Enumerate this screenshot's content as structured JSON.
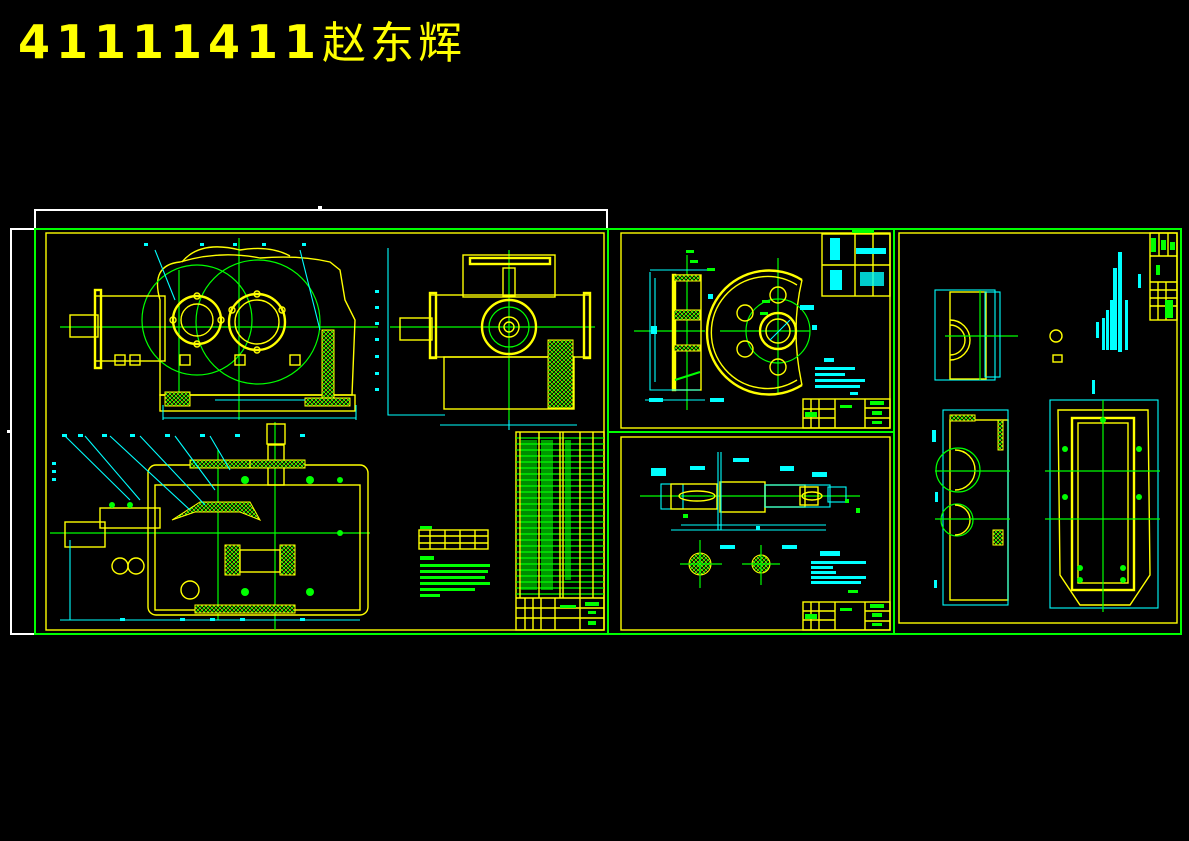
{
  "title": {
    "number": "41111411",
    "name": "赵东辉",
    "color": "#ffff00"
  },
  "canvas": {
    "background": "#000000",
    "colors": {
      "frame_outer": "#ffffff",
      "frame_sheet": "#00ff00",
      "border_inner": "#ffff00",
      "dimension": "#00ffff",
      "centerline": "#00ff00",
      "outline": "#ffff00"
    }
  },
  "sheets": [
    {
      "id": "assembly",
      "label": "reducer-assembly-drawing",
      "views": [
        "front-view",
        "side-view",
        "top-section-view"
      ],
      "has_parts_list": true,
      "has_title_block": true,
      "has_tech_notes": true
    },
    {
      "id": "gear",
      "label": "gear-part-drawing",
      "views": [
        "gear-section",
        "gear-face-view"
      ],
      "has_param_table": true,
      "has_title_block": true,
      "has_tech_notes": true
    },
    {
      "id": "shaft",
      "label": "shaft-part-drawing",
      "views": [
        "shaft-elevation",
        "section-a",
        "section-b"
      ],
      "has_title_block": true,
      "has_tech_notes": true
    },
    {
      "id": "housing",
      "label": "housing-part-drawing",
      "views": [
        "housing-end-view",
        "housing-side-section",
        "housing-top-view"
      ],
      "has_title_block": true,
      "has_tech_notes": true
    }
  ]
}
